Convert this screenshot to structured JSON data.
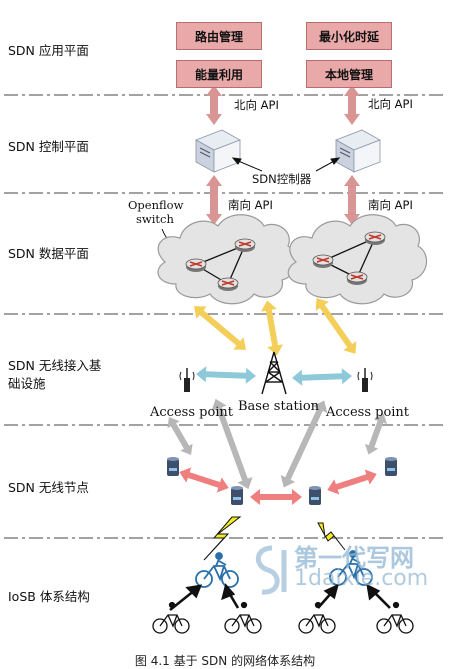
{
  "layers": [
    {
      "label": "SDN 应用平面"
    },
    {
      "label": "SDN 控制平面"
    },
    {
      "label": "SDN 数据平面"
    },
    {
      "label": "SDN 无线接入基础设施",
      "line1": "SDN 无线接入基",
      "line2": "础设施"
    },
    {
      "label": "SDN 无线节点"
    },
    {
      "label": "IoSB 体系结构"
    }
  ],
  "apps": [
    "路由管理",
    "最小化时延",
    "能量利用",
    "本地管理"
  ],
  "north_api_left": "北向 API",
  "north_api_right": "北向 API",
  "south_api_left": "南向 API",
  "south_api_right": "南向 API",
  "controller_label": "SDN控制器",
  "openflow_label_1": "Openflow",
  "openflow_label_2": "switch",
  "access_point_left": "Access point",
  "access_point_right": "Access point",
  "base_station": "Base station",
  "watermark_1": "第一代写网",
  "watermark_2": "1daixie.com",
  "caption": "图 4.1  基于 SDN 的网络体系结构",
  "colors": {
    "app_box": "#e9a9a9",
    "vertical_arrow": "#d99494",
    "yellow_arrow": "#f3cf5a",
    "blue_arrow": "#8ec9d9",
    "gray_arrow": "#b7b7b7",
    "red_arrow": "#ef7f7f",
    "lightning": "#f5ee1f"
  }
}
